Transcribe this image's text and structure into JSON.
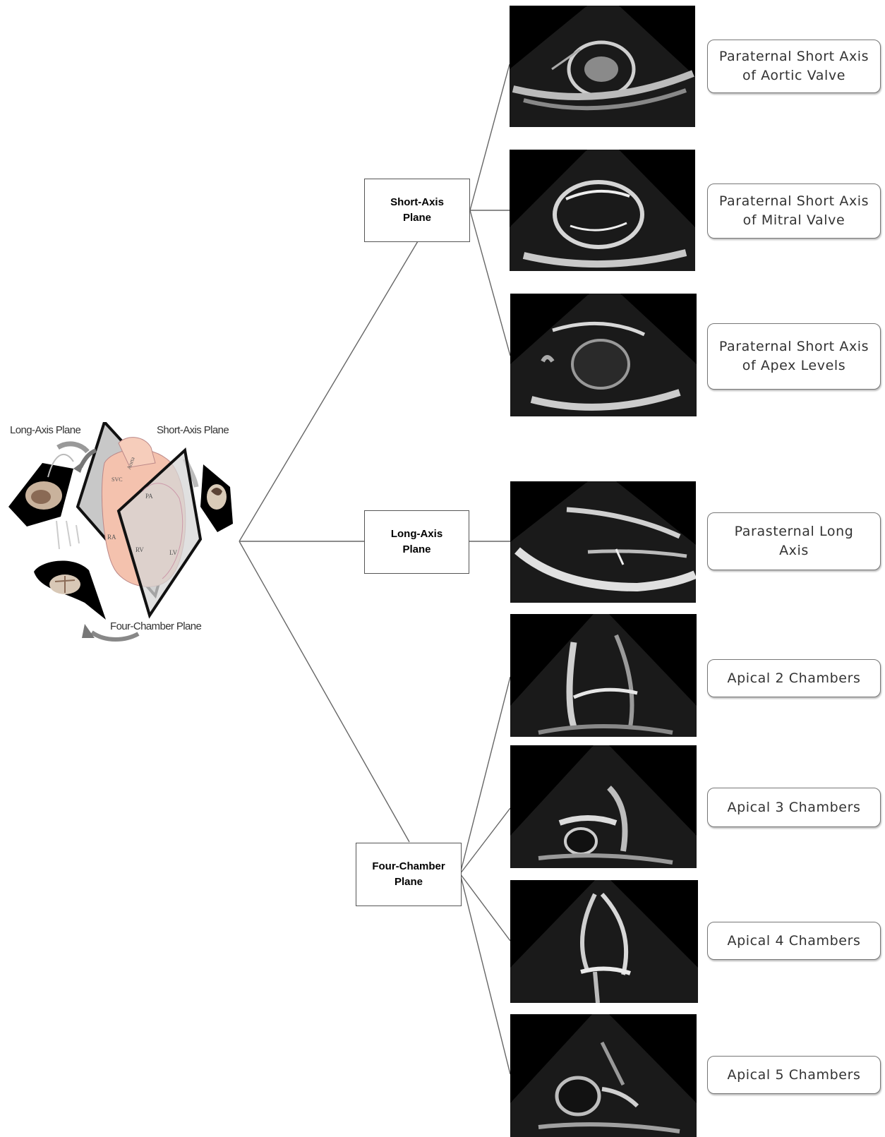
{
  "heart_illustration": {
    "long_axis_label": "Long-Axis Plane",
    "short_axis_label": "Short-Axis Plane",
    "four_chamber_label": "Four-Chamber Plane",
    "chamber_labels": [
      "SVC",
      "Aorta",
      "PA",
      "RA",
      "RV",
      "LV"
    ]
  },
  "planes": [
    {
      "id": "short",
      "label": "Short-Axis\nPlane"
    },
    {
      "id": "long",
      "label": "Long-Axis\nPlane"
    },
    {
      "id": "four",
      "label": "Four-Chamber\nPlane"
    }
  ],
  "views": [
    {
      "plane": "short",
      "label": "Paraternal Short Axis\nof Aortic Valve"
    },
    {
      "plane": "short",
      "label": "Paraternal Short Axis\nof Mitral Valve"
    },
    {
      "plane": "short",
      "label": "Paraternal Short Axis\nof Apex Levels"
    },
    {
      "plane": "long",
      "label": "Parasternal Long\nAxis"
    },
    {
      "plane": "four",
      "label": "Apical 2 Chambers"
    },
    {
      "plane": "four",
      "label": "Apical 3 Chambers"
    },
    {
      "plane": "four",
      "label": "Apical 4 Chambers"
    },
    {
      "plane": "four",
      "label": "Apical 5 Chambers"
    }
  ],
  "colors": {
    "line": "#666666",
    "heart_fill": "#f4c2ae",
    "plane_fill": "#c8c8c8",
    "echo_bg": "#000000"
  }
}
